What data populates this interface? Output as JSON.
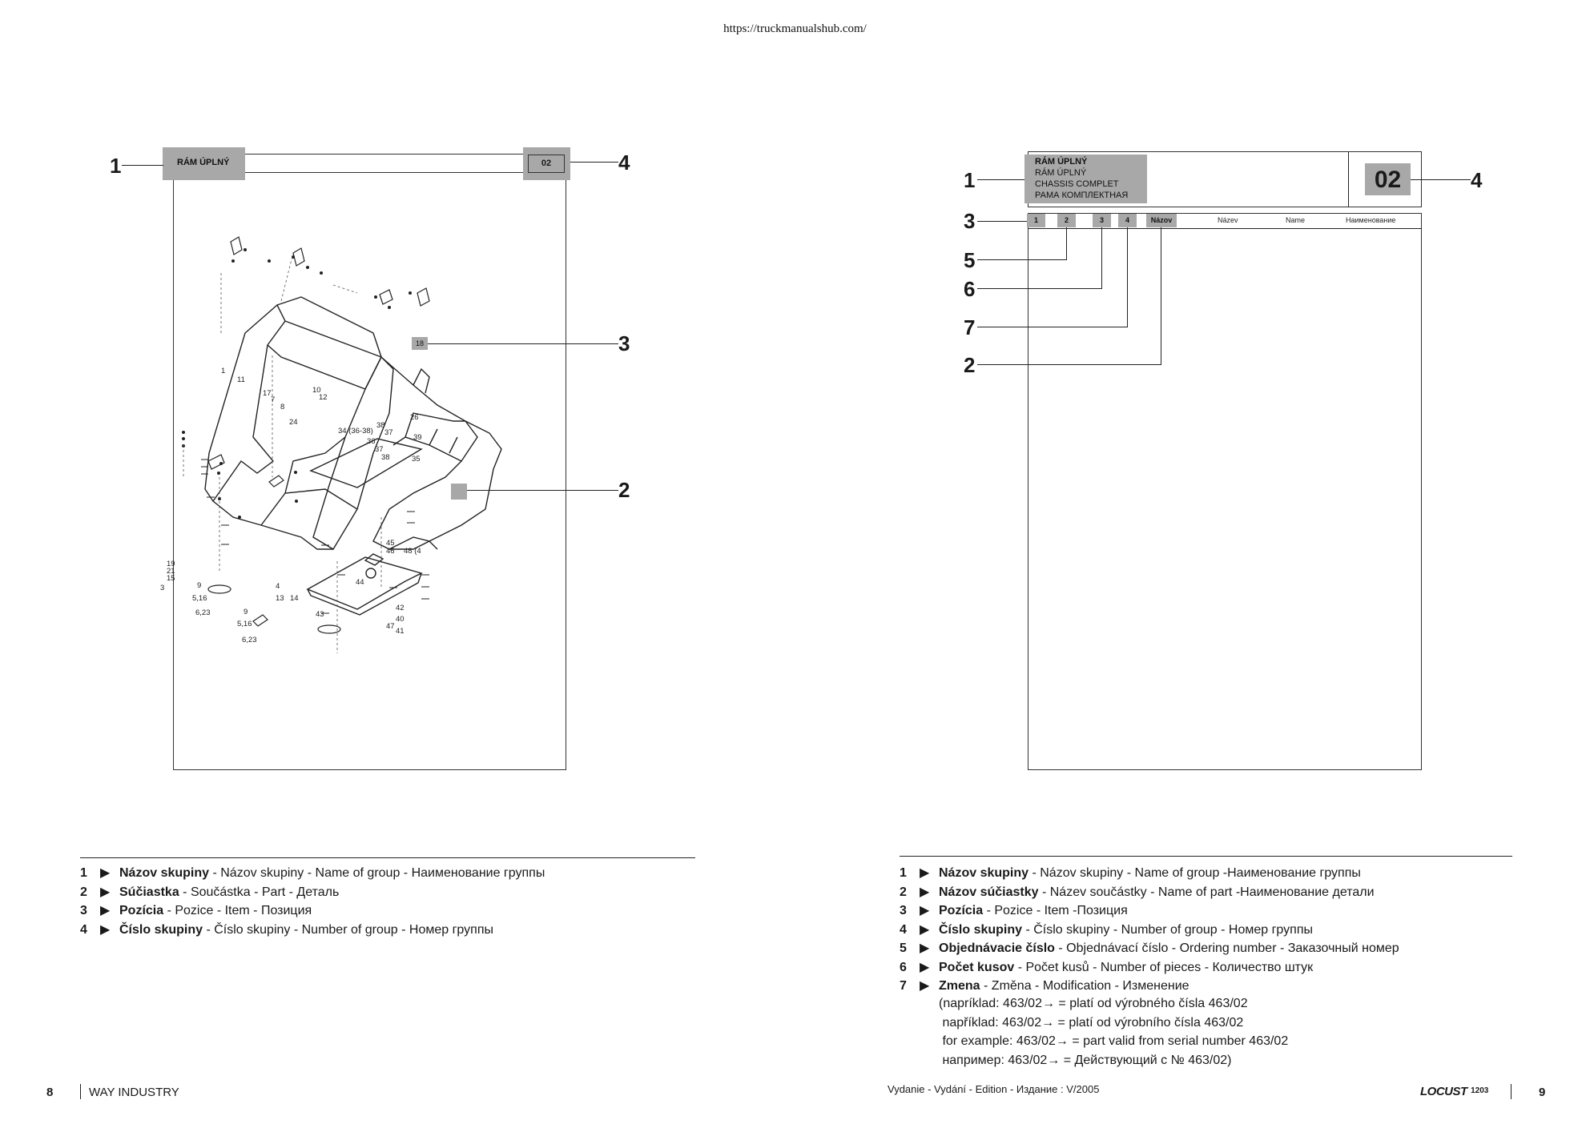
{
  "header": {
    "url": "https://truckmanualshub.com/"
  },
  "left_page": {
    "group_title": "RÁM ÚPLNÝ",
    "group_number": "02",
    "callouts": [
      "1",
      "4",
      "3",
      "2"
    ],
    "highlight_tag": "18",
    "part_labels": [
      "1",
      "11",
      "17",
      "7",
      "8",
      "10",
      "12",
      "24",
      "34 (36-38)",
      "38",
      "37",
      "36",
      "37",
      "38",
      "26",
      "39",
      "35",
      "45",
      "46",
      "48 (4",
      "44",
      "19",
      "21",
      "15",
      "3",
      "9",
      "5,16",
      "6,23",
      "4",
      "13",
      "14",
      "9",
      "5,16",
      "6,23",
      "43",
      "42",
      "40",
      "47",
      "41"
    ],
    "legend": [
      {
        "num": "1",
        "bold": "Názov skupiny",
        "rest": " - Názov skupiny - Name of group - Наименование группы"
      },
      {
        "num": "2",
        "bold": "Súčiastka",
        "rest": " - Součástka - Part - Деталь"
      },
      {
        "num": "3",
        "bold": "Pozícia",
        "rest": " - Pozice - Item - Позиция"
      },
      {
        "num": "4",
        "bold": "Číslo skupiny",
        "rest": " - Číslo skupiny - Number of group - Номер группы"
      }
    ]
  },
  "right_page": {
    "title_lines": [
      "RÁM ÚPLNÝ",
      "RÁM ÚPLNÝ",
      "CHASSIS COMPLET",
      "РАМА КОМПЛЕКТНАЯ"
    ],
    "group_number": "02",
    "column_tags": [
      "1",
      "2",
      "3",
      "4",
      "Názov"
    ],
    "column_heads": [
      "Název",
      "Name",
      "Наименование"
    ],
    "callouts": [
      "1",
      "4",
      "3",
      "5",
      "6",
      "7",
      "2"
    ],
    "legend": [
      {
        "num": "1",
        "bold": "Názov skupiny",
        "rest": " - Názov skupiny - Name of group -Наименование группы"
      },
      {
        "num": "2",
        "bold": "Názov súčiastky",
        "rest": " - Název součástky - Name of part -Наименование детали"
      },
      {
        "num": "3",
        "bold": "Pozícia",
        "rest": " - Pozice - Item -Позиция"
      },
      {
        "num": "4",
        "bold": "Číslo skupiny",
        "rest": " - Číslo skupiny - Number of group - Номер группы"
      },
      {
        "num": "5",
        "bold": "Objednávacie číslo",
        "rest": " - Objednávací číslo - Ordering number - Заказочный номер"
      },
      {
        "num": "6",
        "bold": "Počet kusov",
        "rest": " - Počet kusů - Number of pieces - Количество штук"
      },
      {
        "num": "7",
        "bold": "Zmena",
        "rest": " - Změna - Modification - Изменение"
      }
    ],
    "notes": [
      "(napríklad: 463/02→ = platí od výrobného čísla 463/02",
      " například: 463/02→ = platí od výrobního čísla 463/02",
      " for example: 463/02→ = part valid from serial number 463/02",
      " например: 463/02→ = Действующий с № 463/02)"
    ]
  },
  "footer": {
    "left_page_number": "8",
    "left_brand": "WAY INDUSTRY",
    "edition": "Vydanie - Vydání - Edition - Издание : V/2005",
    "right_logo": "LOCUST",
    "right_model": "1203",
    "right_page_number": "9"
  }
}
